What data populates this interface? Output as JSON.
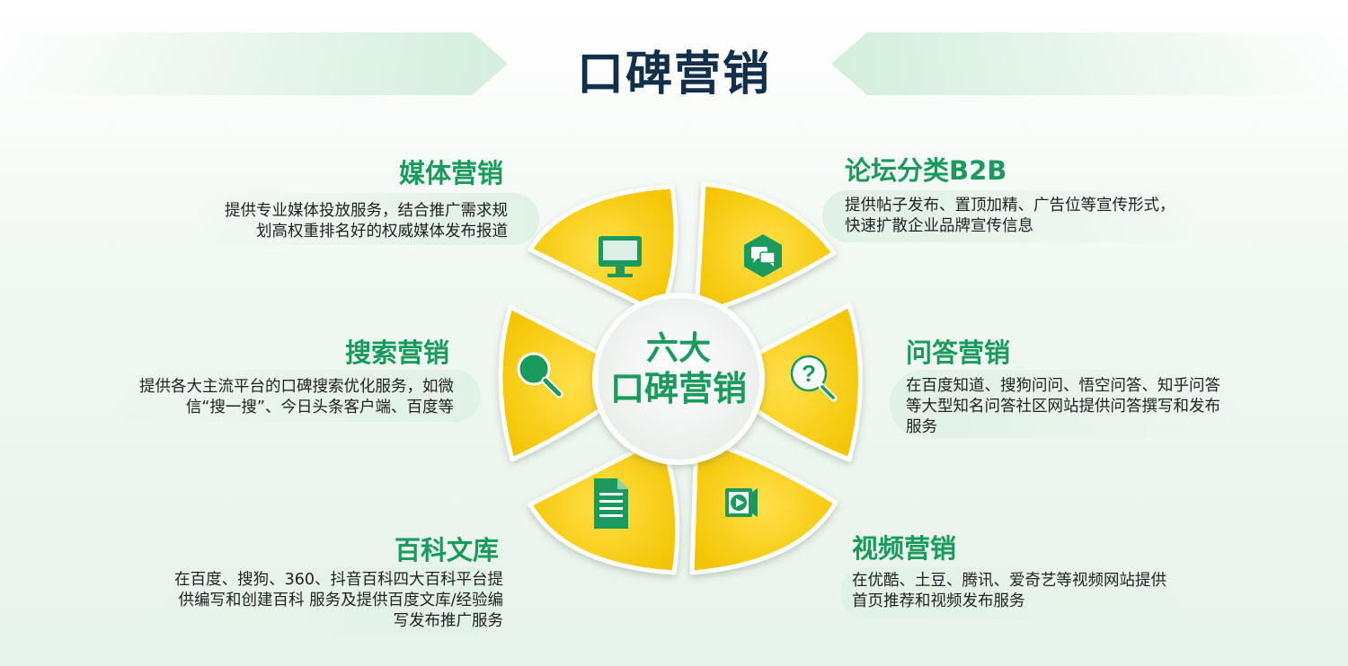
{
  "title": "口碑营销",
  "center": {
    "line1": "六大",
    "line2": "口碑营销"
  },
  "colors": {
    "accent": "#1a9a5c",
    "petal": "#f7c800",
    "title": "#132f4c"
  },
  "items": [
    {
      "title": "媒体营销",
      "desc": [
        "提供专业媒体投放服务，结合推广需求规",
        "划高权重排名好的权威媒体发布报道"
      ],
      "icon": "monitor-icon"
    },
    {
      "title": "论坛分类B2B",
      "desc": [
        "提供帖子发布、置顶加精、广告位等宣传形式，",
        "快速扩散企业品牌宣传信息"
      ],
      "icon": "chat-icon"
    },
    {
      "title": "搜索营销",
      "desc": [
        "提供各大主流平台的口碑搜索优化服务，如微",
        "信“搜一搜”、今日头条客户端、百度等"
      ],
      "icon": "search-icon"
    },
    {
      "title": "问答营销",
      "desc": [
        "在百度知道、搜狗问问、悟空问答、知乎问答",
        "等大型知名问答社区网站提供问答撰写和发布",
        "服务"
      ],
      "icon": "question-search-icon"
    },
    {
      "title": "百科文库",
      "desc": [
        "在百度、搜狗、360、抖音百科四大百科平台提",
        "供编写和创建百科 服务及提供百度文库/经验编",
        "写发布推广服务"
      ],
      "icon": "document-icon"
    },
    {
      "title": "视频营销",
      "desc": [
        "在优酷、土豆、腾讯、爱奇艺等视频网站提供",
        "首页推荐和视频发布服务"
      ],
      "icon": "video-icon"
    }
  ]
}
